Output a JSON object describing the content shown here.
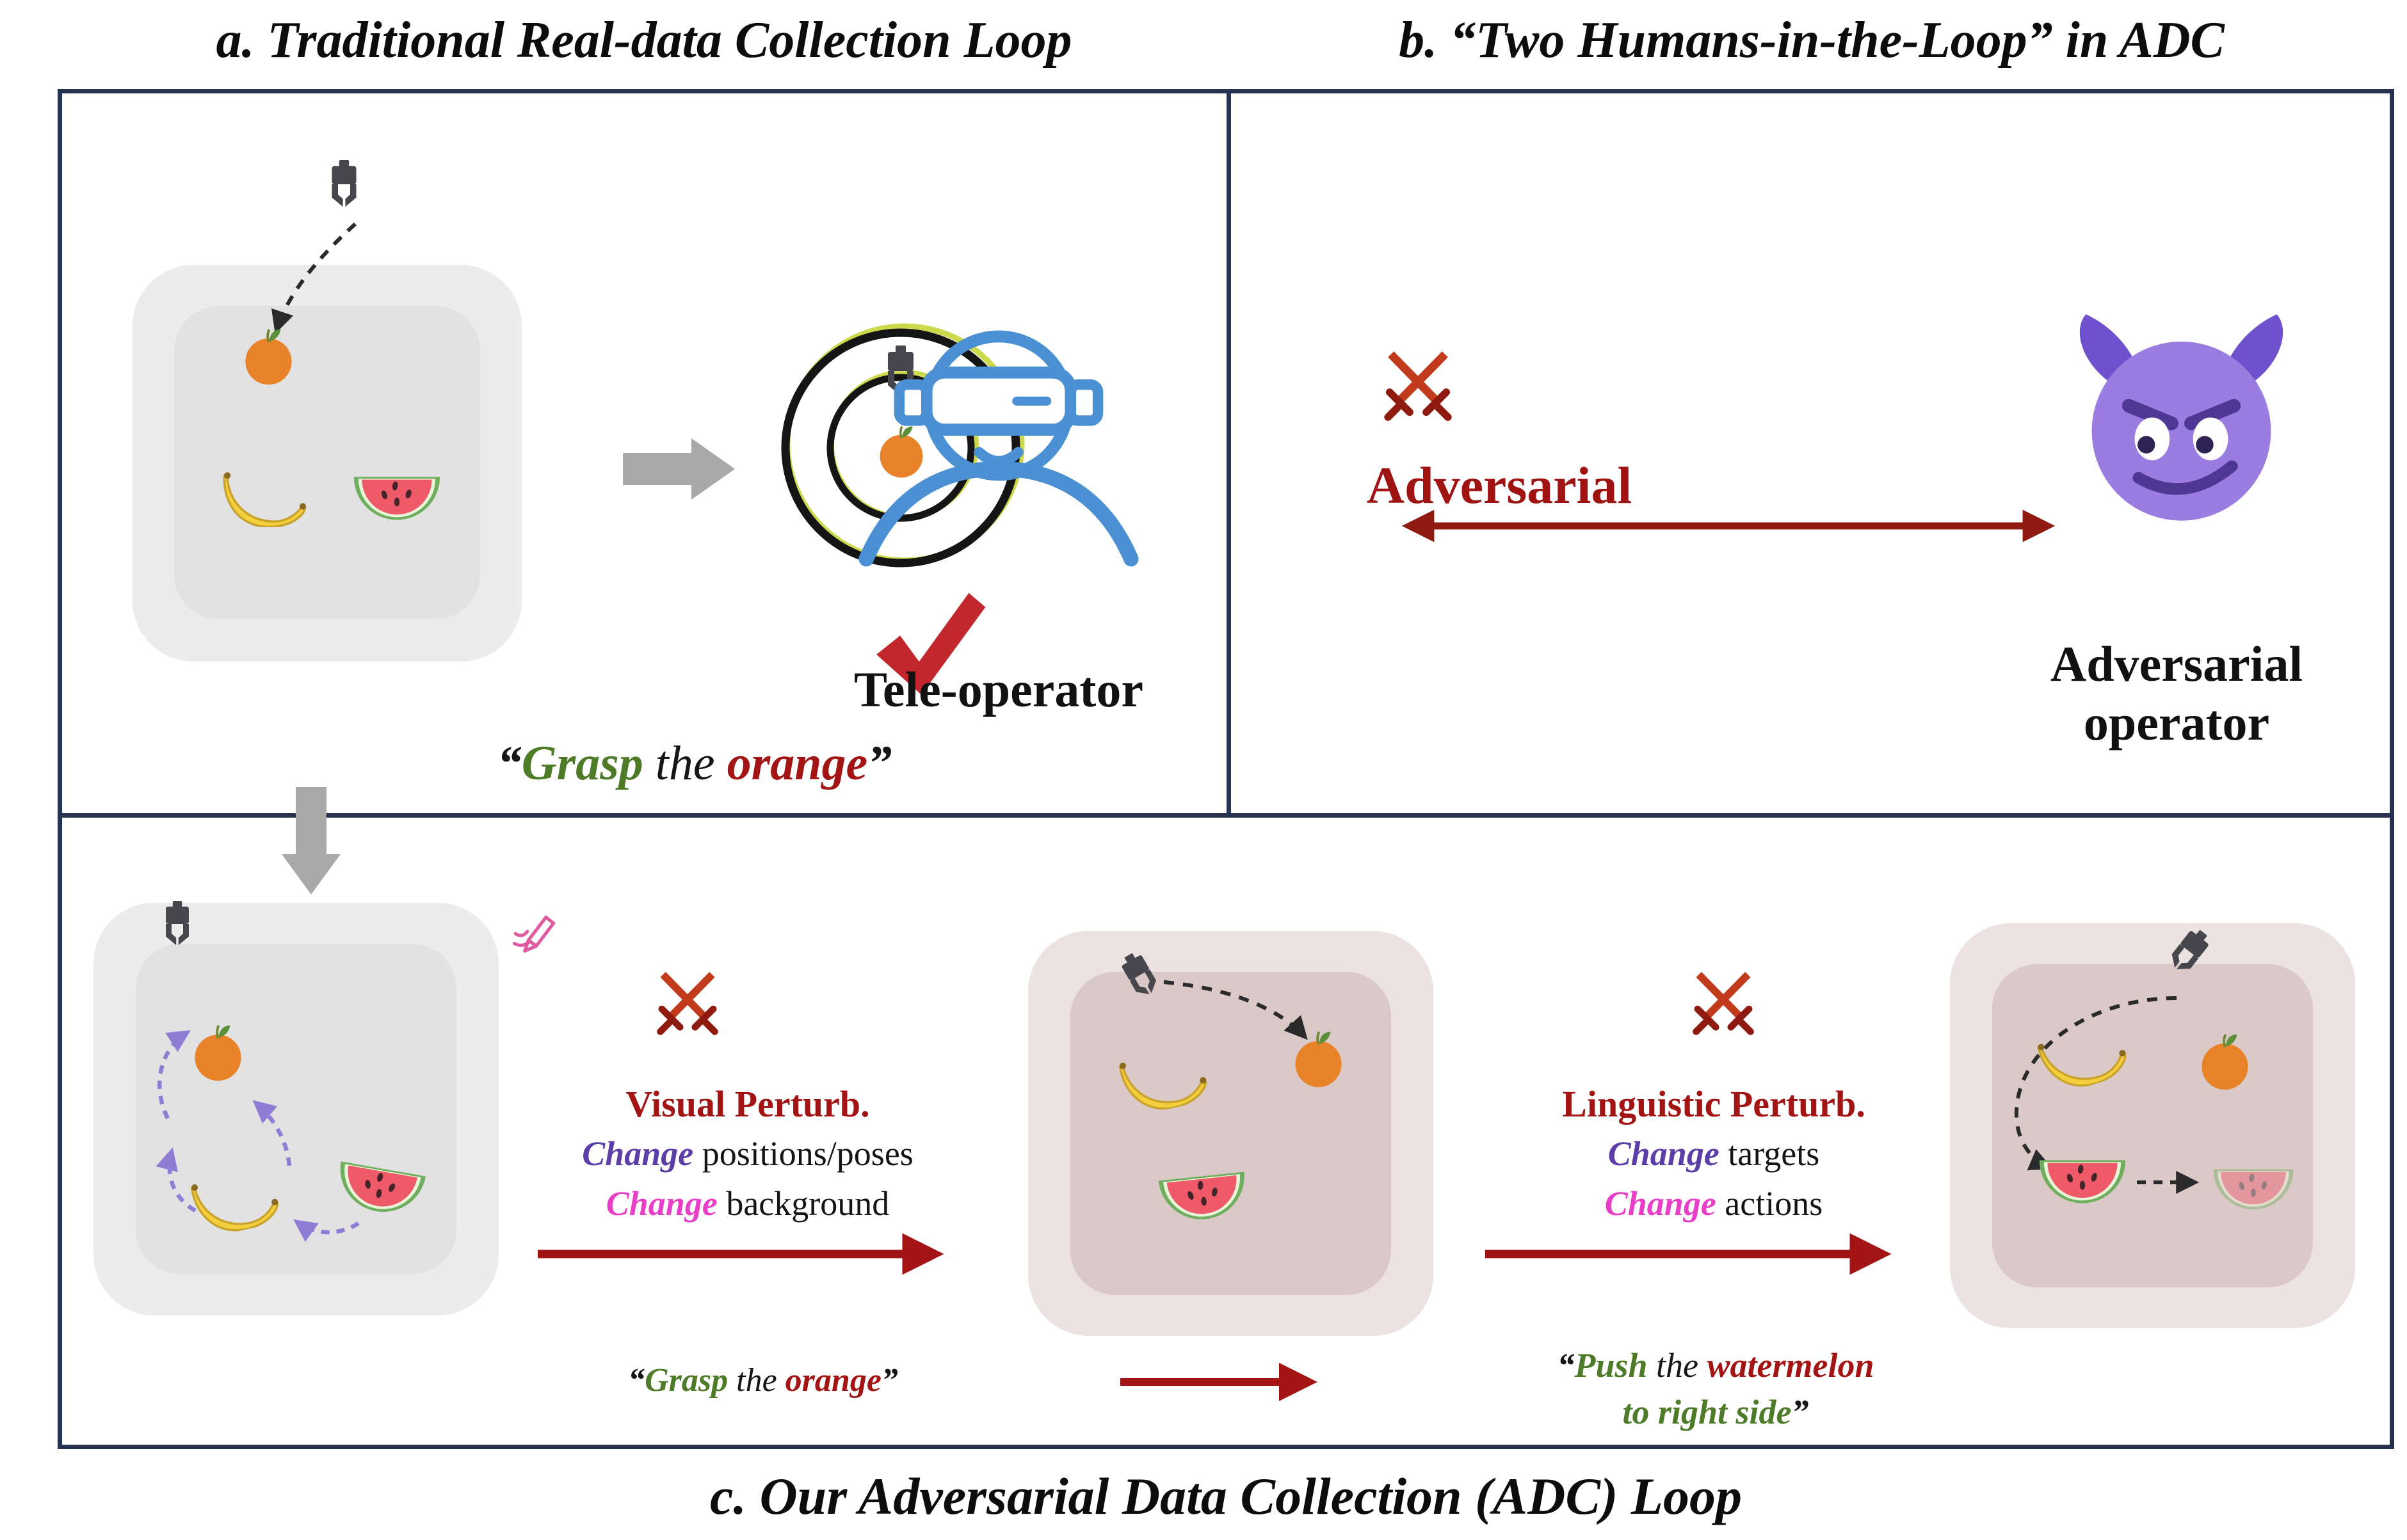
{
  "titles": {
    "panel_a": "a. Traditional Real-data Collection Loop",
    "panel_b": "b. “Two Humans-in-the-Loop” in ADC",
    "panel_c": "c. Our Adversarial Data Collection (ADC) Loop"
  },
  "panel_a": {
    "instruction": {
      "q1": "“",
      "verb": "Grasp",
      "mid": " the ",
      "object": "orange",
      "q2": "”"
    }
  },
  "panel_b": {
    "adversarial_label": "Adversarial",
    "teleoperator_label": "Tele-operator",
    "adversarial_operator": {
      "line1": "Adversarial",
      "line2": "operator"
    }
  },
  "panel_c": {
    "visual_perturb": {
      "title": "Visual Perturb.",
      "change1": "Change",
      "rest1": " positions/poses",
      "change2": "Change",
      "rest2": " background"
    },
    "linguistic_perturb": {
      "title": "Linguistic Perturb.",
      "change1": "Change",
      "rest1": " targets",
      "change2": "Change",
      "rest2": " actions"
    },
    "grasp_instruction": {
      "q1": "“",
      "verb": "Grasp",
      "mid": " the ",
      "object": "orange",
      "q2": "”"
    },
    "push_instruction": {
      "q1": "“",
      "verb": "Push",
      "mid": " the ",
      "object": "watermelon",
      "line2": "to right side",
      "q2": "”"
    }
  },
  "colors": {
    "frame_navy": "#273150",
    "accent_dark_red": "#a31515",
    "success_green": "#4e7b28",
    "perturb_purple": "#5b3ea8",
    "perturb_magenta": "#e83ec8",
    "teleoperator_blue": "#4a90d2",
    "adversary_purple": "#9b7ce0"
  },
  "icons": [
    "robot-gripper-icon",
    "orange-icon",
    "banana-icon",
    "watermelon-icon",
    "target-circles-icon",
    "checkmark-icon",
    "vr-teleoperator-icon",
    "crossed-swords-icon",
    "devil-icon",
    "pencil-edit-icon"
  ]
}
